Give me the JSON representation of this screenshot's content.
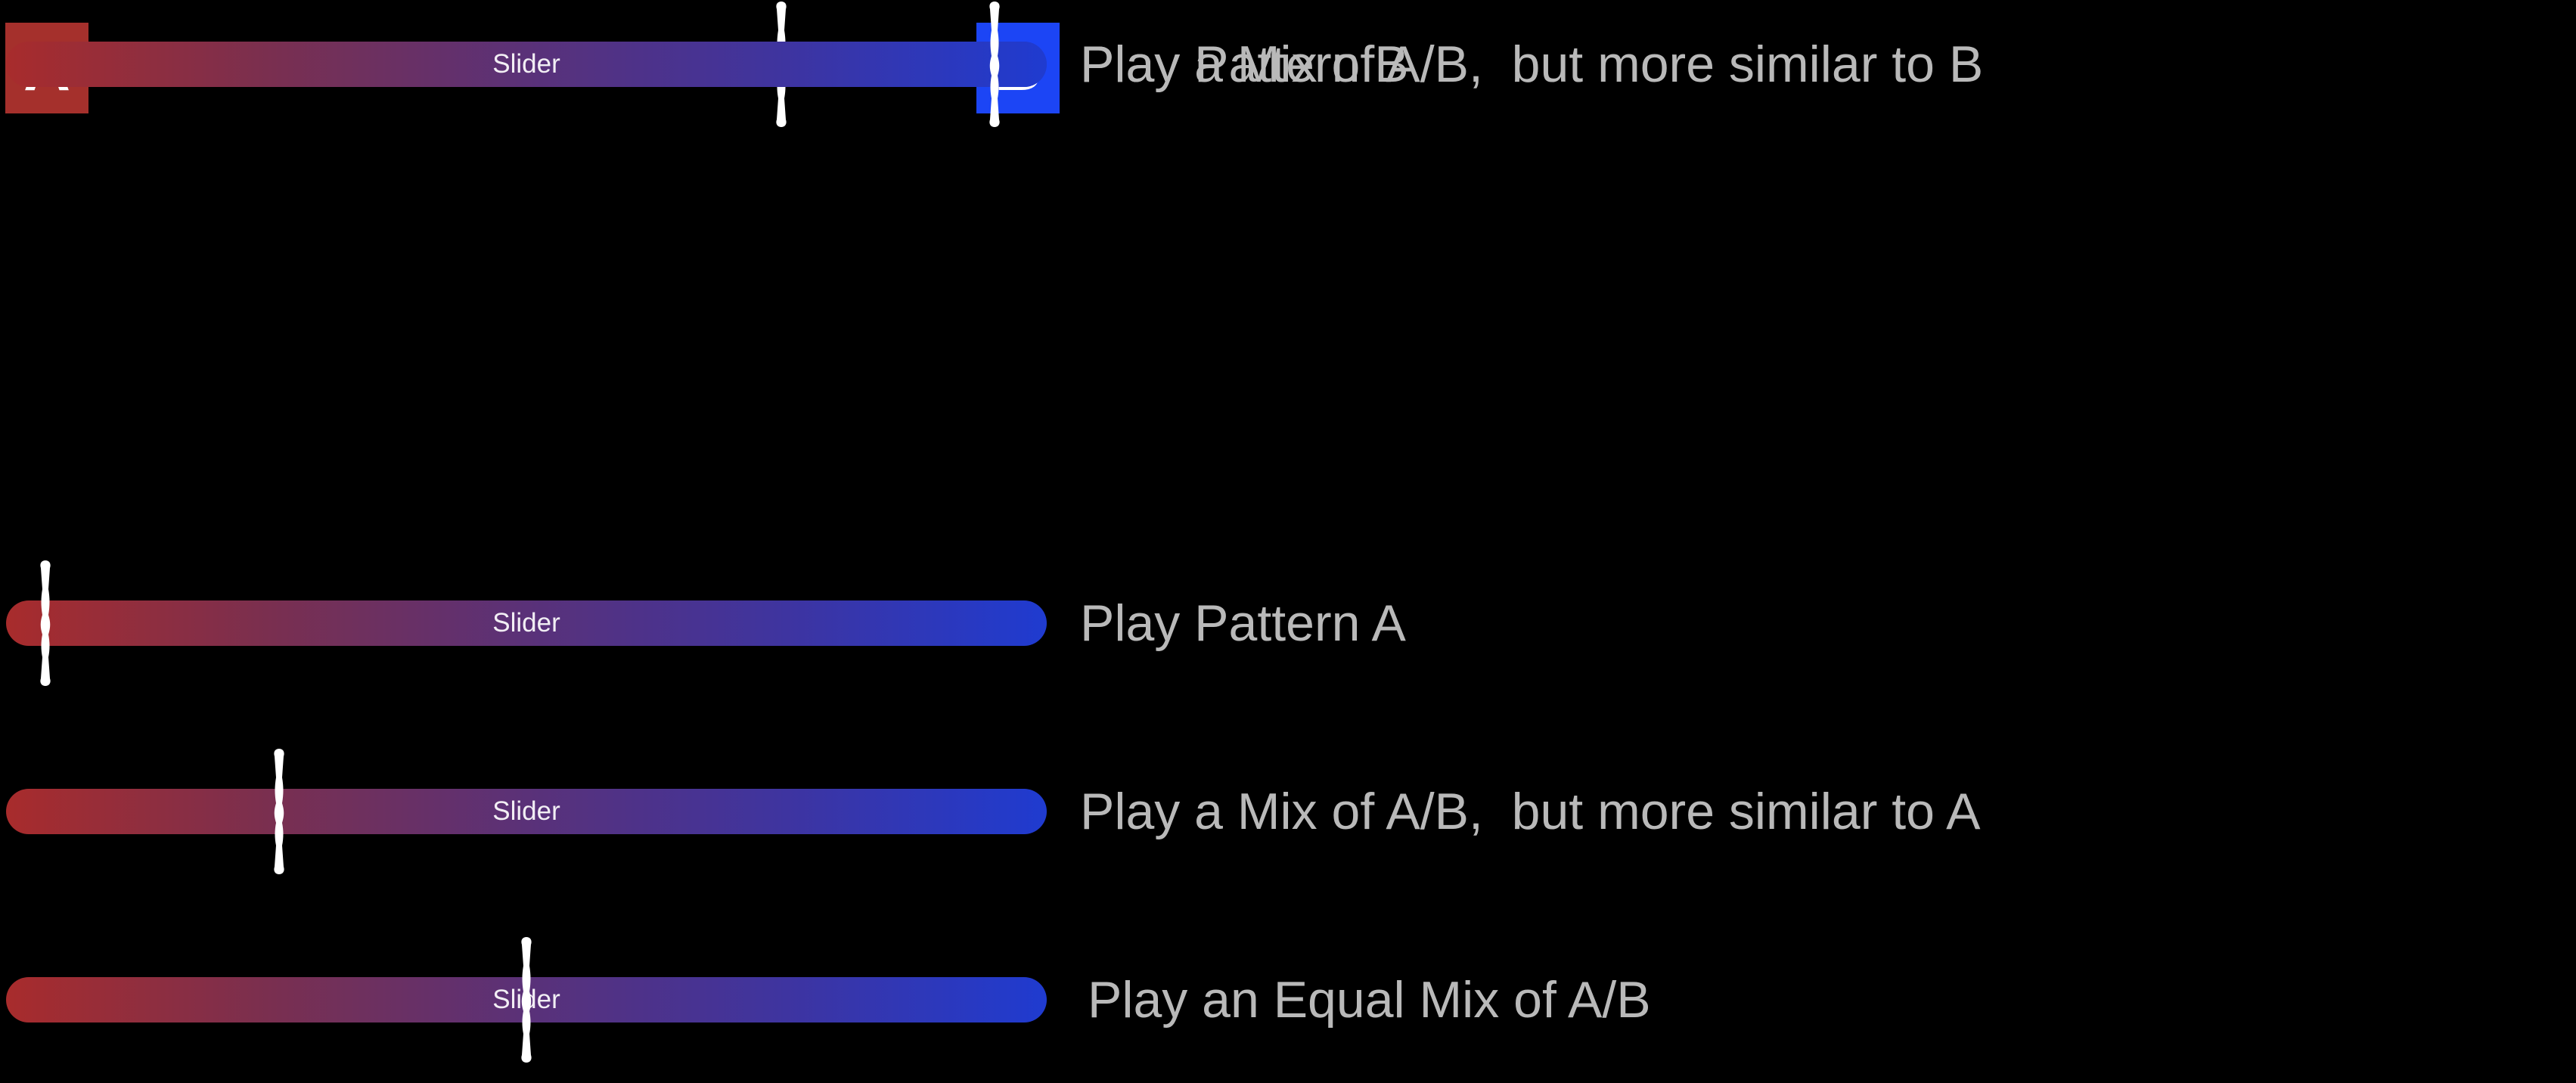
{
  "badges": {
    "a_label": "A",
    "b_label": "B",
    "a_color": "#a5302c",
    "b_color": "#1c45f5"
  },
  "slider_label": "Slider",
  "track_colors": {
    "start": "#a82c2c",
    "end": "#1f3bd0"
  },
  "rows": [
    {
      "slider_position": 0.038,
      "caption": "Play Pattern A"
    },
    {
      "slider_position": 0.262,
      "caption": "Play a Mix of A/B,  but more similar to A"
    },
    {
      "slider_position": 0.5,
      "caption": "Play an Equal Mix of A/B"
    },
    {
      "slider_position": 0.745,
      "caption": "Play a Mix of A/B,  but more similar to B"
    },
    {
      "slider_position": 0.95,
      "caption": "Play Pattern B"
    }
  ]
}
